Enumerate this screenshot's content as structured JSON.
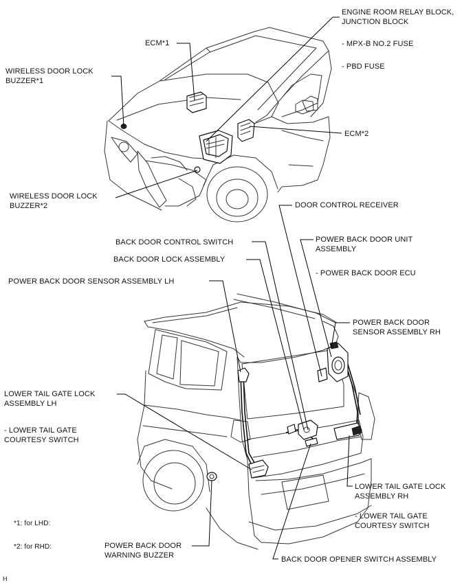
{
  "labels": {
    "ecm1": "ECM*1",
    "wireless_buzzer1": [
      "WIRELESS DOOR LOCK",
      "BUZZER*1"
    ],
    "engine_room_relay": [
      "ENGINE ROOM RELAY BLOCK,",
      "JUNCTION BLOCK"
    ],
    "mpxb_fuse": "- MPX-B NO.2 FUSE",
    "pbd_fuse": "- PBD FUSE",
    "ecm2": "ECM*2",
    "wireless_buzzer2": [
      "WIRELESS DOOR LOCK",
      "BUZZER*2"
    ],
    "door_control_receiver": "DOOR CONTROL RECEIVER",
    "back_door_control_switch": "BACK DOOR CONTROL SWITCH",
    "power_back_door_unit": [
      "POWER BACK DOOR UNIT",
      "ASSEMBLY"
    ],
    "back_door_lock": "BACK DOOR LOCK ASSEMBLY",
    "power_back_door_ecu": "- POWER BACK DOOR ECU",
    "sensor_lh": "POWER BACK DOOR SENSOR ASSEMBLY LH",
    "sensor_rh": [
      "POWER BACK DOOR",
      "SENSOR ASSEMBLY RH"
    ],
    "lower_tail_lock_lh": [
      "LOWER TAIL GATE LOCK",
      "ASSEMBLY LH"
    ],
    "courtesy_switch_lh": [
      "- LOWER TAIL GATE",
      "COURTESY SWITCH"
    ],
    "lower_tail_lock_rh": [
      "LOWER TAIL GATE LOCK",
      "ASSEMBLY RH"
    ],
    "courtesy_switch_rh": [
      "- LOWER TAIL GATE",
      "COURTESY SWITCH"
    ],
    "note_lhd": "*1: for LHD:",
    "note_rhd": "*2: for RHD:",
    "warning_buzzer": [
      "POWER BACK DOOR",
      "WARNING BUZZER"
    ],
    "back_door_opener": "BACK DOOR OPENER SWITCH ASSEMBLY",
    "corner_mark": "H"
  }
}
